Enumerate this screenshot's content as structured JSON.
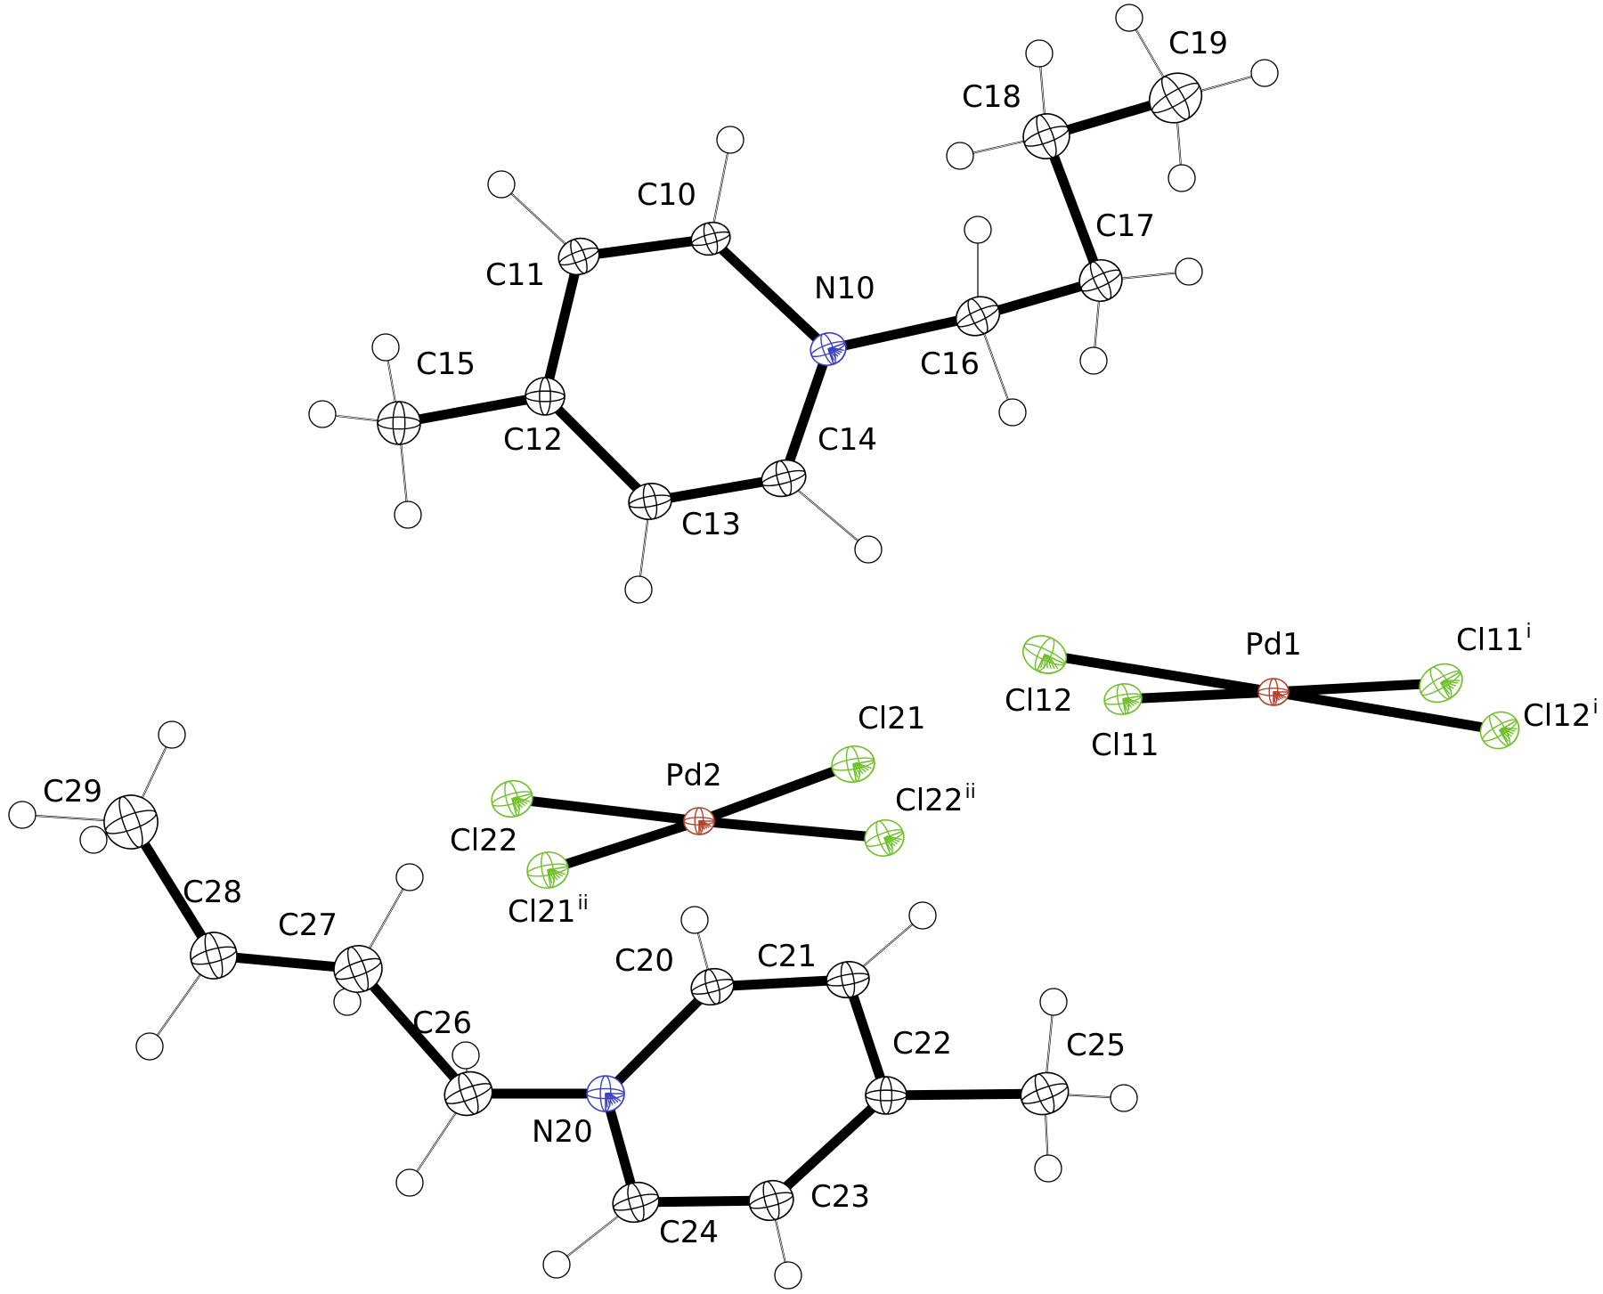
{
  "colors": {
    "carbon": "#000000",
    "nitrogen": "#3a3fc8",
    "chlorine": "#6fc02a",
    "palladium": "#b5432e",
    "hydrogen": "#ffffff",
    "bond": "#000000"
  },
  "atoms": [
    {
      "label": "N10",
      "element": "N"
    },
    {
      "label": "C10",
      "element": "C"
    },
    {
      "label": "C11",
      "element": "C"
    },
    {
      "label": "C12",
      "element": "C"
    },
    {
      "label": "C13",
      "element": "C"
    },
    {
      "label": "C14",
      "element": "C"
    },
    {
      "label": "C15",
      "element": "C"
    },
    {
      "label": "C16",
      "element": "C"
    },
    {
      "label": "C17",
      "element": "C"
    },
    {
      "label": "C18",
      "element": "C"
    },
    {
      "label": "C19",
      "element": "C"
    },
    {
      "label": "Pd1",
      "element": "Pd"
    },
    {
      "label": "Cl11",
      "element": "Cl"
    },
    {
      "label": "Cl12",
      "element": "Cl"
    },
    {
      "label": "Cl11",
      "element": "Cl",
      "symmetry": "i"
    },
    {
      "label": "Cl12",
      "element": "Cl",
      "symmetry": "i"
    },
    {
      "label": "Pd2",
      "element": "Pd"
    },
    {
      "label": "Cl21",
      "element": "Cl"
    },
    {
      "label": "Cl22",
      "element": "Cl"
    },
    {
      "label": "Cl22",
      "element": "Cl",
      "symmetry": "ii"
    },
    {
      "label": "Cl21",
      "element": "Cl",
      "symmetry": "ii"
    },
    {
      "label": "N20",
      "element": "N"
    },
    {
      "label": "C20",
      "element": "C"
    },
    {
      "label": "C21",
      "element": "C"
    },
    {
      "label": "C22",
      "element": "C"
    },
    {
      "label": "C23",
      "element": "C"
    },
    {
      "label": "C24",
      "element": "C"
    },
    {
      "label": "C25",
      "element": "C"
    },
    {
      "label": "C26",
      "element": "C"
    },
    {
      "label": "C27",
      "element": "C"
    },
    {
      "label": "C28",
      "element": "C"
    },
    {
      "label": "C29",
      "element": "C"
    }
  ],
  "bonds": [
    [
      "N10",
      "C10"
    ],
    [
      "C10",
      "C11"
    ],
    [
      "C11",
      "C12"
    ],
    [
      "C12",
      "C13"
    ],
    [
      "C13",
      "C14"
    ],
    [
      "C14",
      "N10"
    ],
    [
      "C12",
      "C15"
    ],
    [
      "N10",
      "C16"
    ],
    [
      "C16",
      "C17"
    ],
    [
      "C17",
      "C18"
    ],
    [
      "C18",
      "C19"
    ],
    [
      "Pd1",
      "Cl11"
    ],
    [
      "Pd1",
      "Cl12"
    ],
    [
      "Pd1",
      "Cl11^i"
    ],
    [
      "Pd1",
      "Cl12^i"
    ],
    [
      "Pd2",
      "Cl21"
    ],
    [
      "Pd2",
      "Cl22"
    ],
    [
      "Pd2",
      "Cl22^ii"
    ],
    [
      "Pd2",
      "Cl21^ii"
    ],
    [
      "N20",
      "C20"
    ],
    [
      "C20",
      "C21"
    ],
    [
      "C21",
      "C22"
    ],
    [
      "C22",
      "C23"
    ],
    [
      "C23",
      "C24"
    ],
    [
      "C24",
      "N20"
    ],
    [
      "C22",
      "C25"
    ],
    [
      "N20",
      "C26"
    ],
    [
      "C26",
      "C27"
    ],
    [
      "C27",
      "C28"
    ],
    [
      "C28",
      "C29"
    ]
  ]
}
